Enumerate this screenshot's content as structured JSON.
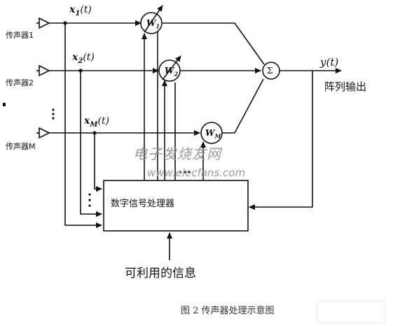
{
  "microphones": [
    {
      "label": "传声器1"
    },
    {
      "label": "传声器2"
    },
    {
      "label": "传声器M"
    }
  ],
  "signals": [
    {
      "name": "x",
      "sub": "1",
      "arg": "(t)"
    },
    {
      "name": "x",
      "sub": "2",
      "arg": "(t)"
    },
    {
      "name": "x",
      "sub": "M",
      "arg": "(t)"
    }
  ],
  "weights": [
    {
      "name": "W",
      "sub": "1"
    },
    {
      "name": "W",
      "sub": "2"
    },
    {
      "name": "W",
      "sub": "M"
    }
  ],
  "summer": {
    "symbol": "Σ"
  },
  "output": {
    "signal": "y(t)",
    "label": "阵列输出"
  },
  "processor": {
    "label": "数字信号处理器"
  },
  "input_info": {
    "label": "可利用的信息"
  },
  "caption": {
    "text": "图 2  传声器处理示意图"
  },
  "watermark": {
    "line1": "电子发烧友网",
    "line2": "www.elecfans.com"
  }
}
